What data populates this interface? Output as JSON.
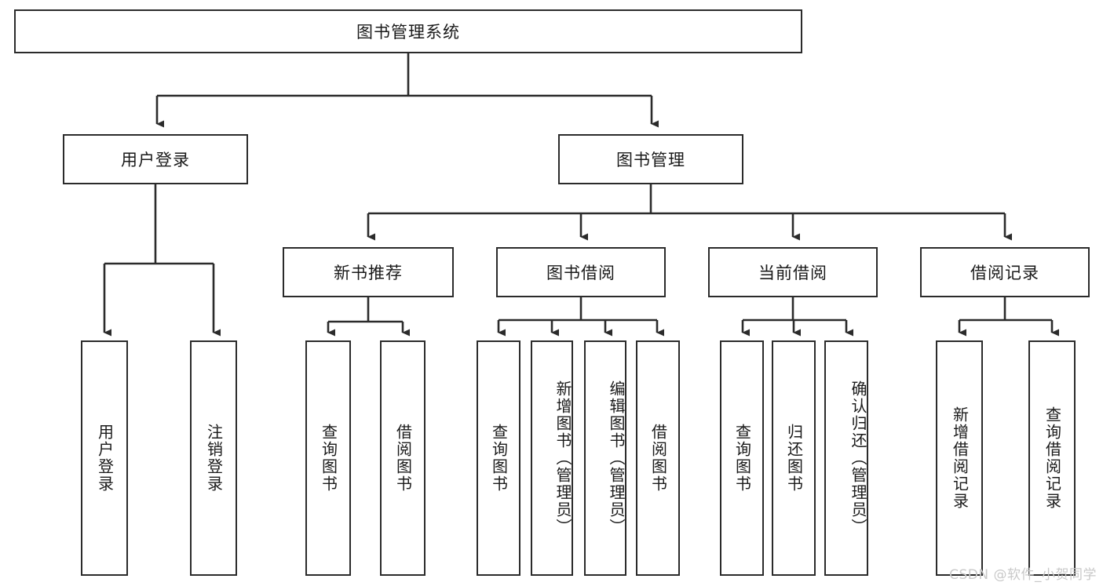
{
  "diagram": {
    "title": "图书管理系统",
    "watermark": "CSDN @软件_小贺同学",
    "colors": {
      "background": "#ffffff",
      "stroke": "#2b2b2b",
      "text": "#1a1a1a",
      "watermark": "#c9c9c9"
    },
    "root": {
      "label": "图书管理系统"
    },
    "level2": [
      {
        "label": "用户登录"
      },
      {
        "label": "图书管理"
      }
    ],
    "level3": [
      {
        "label": "新书推荐"
      },
      {
        "label": "图书借阅"
      },
      {
        "label": "当前借阅"
      },
      {
        "label": "借阅记录"
      }
    ],
    "leaves": {
      "user_login": [
        {
          "label": "用户登录"
        },
        {
          "label": "注销登录"
        }
      ],
      "new_book_recommend": [
        {
          "label": "查询图书"
        },
        {
          "label": "借阅图书"
        }
      ],
      "book_borrow": [
        {
          "label": "查询图书"
        },
        {
          "label": "新增图书（管理员）"
        },
        {
          "label": "编辑图书（管理员）"
        },
        {
          "label": "借阅图书"
        }
      ],
      "current_borrow": [
        {
          "label": "查询图书"
        },
        {
          "label": "归还图书"
        },
        {
          "label": "确认归还（管理员）"
        }
      ],
      "borrow_record": [
        {
          "label": "新增借阅记录"
        },
        {
          "label": "查询借阅记录"
        }
      ]
    }
  }
}
